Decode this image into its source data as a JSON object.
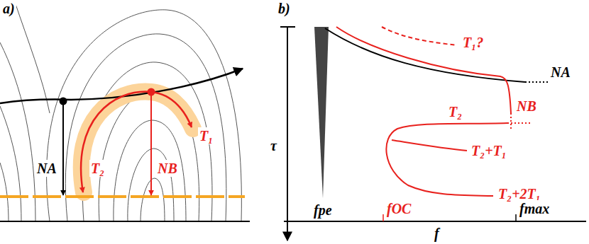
{
  "diagram": {
    "labels": [
      "a)",
      "NA",
      "T₂",
      "NB",
      "T₁",
      "b)",
      "τ",
      "T₁?",
      "NA",
      "NB",
      "T₂",
      "T₂+T₁",
      "T₂+2T₁",
      "fpe",
      "fOC",
      "fmax",
      "f"
    ]
  }
}
